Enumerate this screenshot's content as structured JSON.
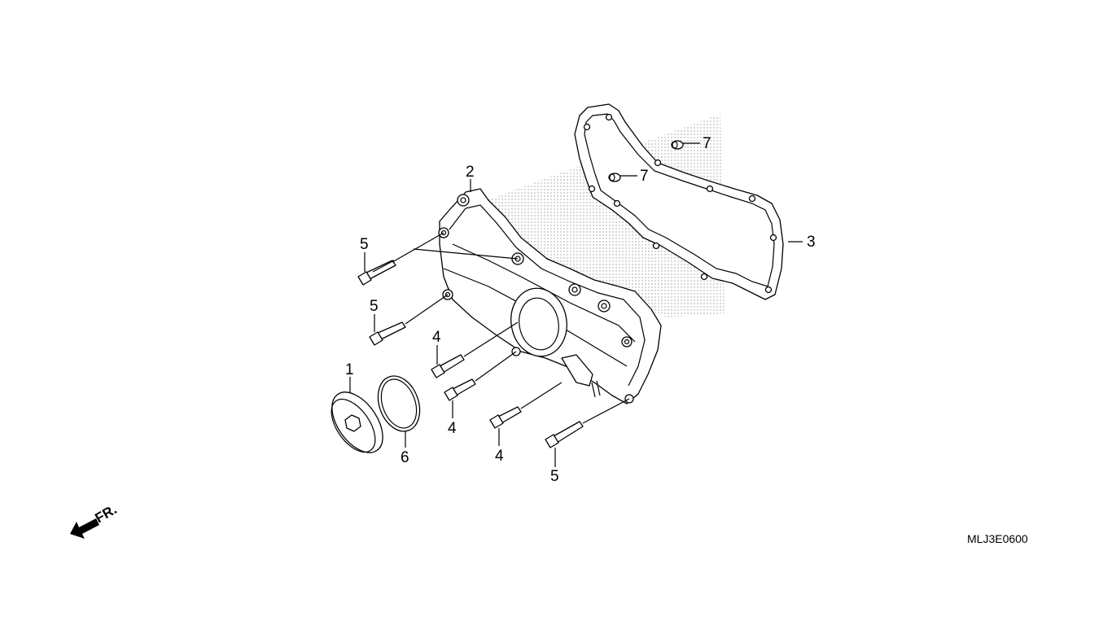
{
  "diagram": {
    "callouts": {
      "p1": "1",
      "p2": "2",
      "p3": "3",
      "p4a": "4",
      "p4b": "4",
      "p4c": "4",
      "p5a": "5",
      "p5b": "5",
      "p5c": "5",
      "p6": "6",
      "p7a": "7",
      "p7b": "7"
    },
    "front_label": "FR.",
    "diagram_code": "MLJ3E0600"
  }
}
